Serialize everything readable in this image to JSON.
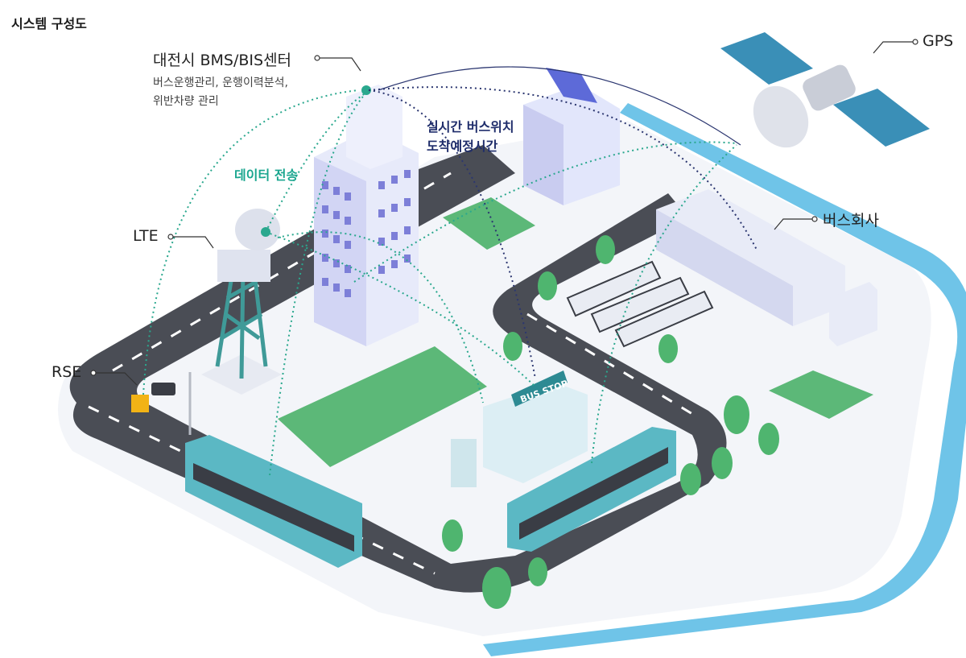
{
  "title": "시스템 구성도",
  "labels": {
    "center": "대전시 BMS/BIS센터",
    "center_desc_1": "버스운행관리, 운행이력분석,",
    "center_desc_2": "위반차량 관리",
    "gps": "GPS",
    "company": "버스회사",
    "lte": "LTE",
    "rse": "RSE",
    "data_transfer": "데이터 전송",
    "realtime_1": "실시간 버스위치",
    "realtime_2": "도착예정시간",
    "bus_stop_sign": "BUS STOP"
  },
  "colors": {
    "road": "#4a4d55",
    "road_edge": "#d6dae2",
    "grass": "#5cb878",
    "river": "#6fc4e8",
    "bus": "#5bb8c4",
    "tower": "#3f9a98",
    "building": "#e7eafa",
    "window": "#7d7fd8",
    "teal_line": "#2aa88e",
    "navy_line": "#2b3670"
  }
}
